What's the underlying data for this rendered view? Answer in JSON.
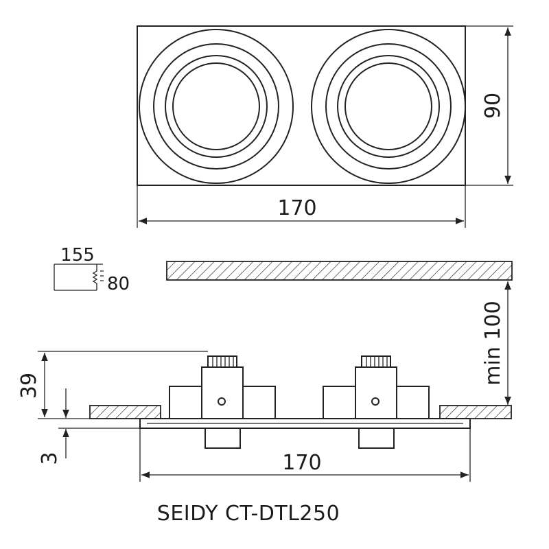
{
  "top_view": {
    "width_label": "170",
    "height_label": "90"
  },
  "cutout": {
    "width_label": "155",
    "height_label": "80"
  },
  "side_view": {
    "clearance_label": "min 100",
    "depth_label": "39",
    "rim_label": "3",
    "width_label": "170"
  },
  "product_name": "SEIDY CT-DTL250"
}
